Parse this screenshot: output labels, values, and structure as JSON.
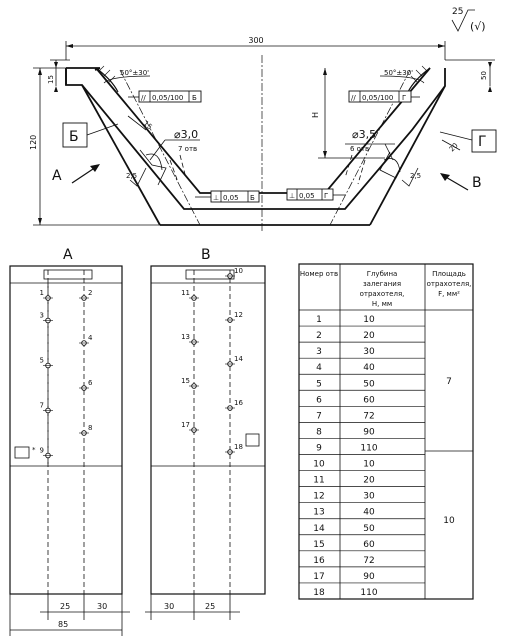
{
  "roughness": {
    "value": "25",
    "symbol": "(√)"
  },
  "top_view": {
    "width_dim": "300",
    "height_dim": "120",
    "top_dim_left": "15",
    "top_dim_right": "50",
    "chamfer_left": "50°±30'",
    "chamfer_right": "50°±30'",
    "depth_label": "H",
    "dim_15": "15",
    "dim_20": "20",
    "tol_left": [
      "//",
      "0,05/100",
      "Б"
    ],
    "tol_right": [
      "//",
      "0,05/100",
      "Г"
    ],
    "hole_left": {
      "diam": "⌀3,0",
      "count": "7 отв"
    },
    "hole_right": {
      "diam": "⌀3,5",
      "count": "6 отв"
    },
    "rough_left": "2,5",
    "rough_right": "2,5",
    "flat_left": [
      "⊥",
      "0,05",
      "Б"
    ],
    "flat_right": [
      "⊥",
      "0,05",
      "Г"
    ],
    "datum_left": "Б",
    "datum_right": "Г",
    "view_left": "А",
    "view_right": "В"
  },
  "view_a": {
    "title": "А",
    "holes": [
      {
        "label": "1",
        "side": "left",
        "col": "left",
        "row": 0
      },
      {
        "label": "2",
        "side": "right",
        "col": "right",
        "row": 0
      },
      {
        "label": "3",
        "side": "left",
        "col": "left",
        "row": 1
      },
      {
        "label": "4",
        "side": "right",
        "col": "right",
        "row": 2
      },
      {
        "label": "5",
        "side": "left",
        "col": "left",
        "row": 3
      },
      {
        "label": "6",
        "side": "right",
        "col": "right",
        "row": 4
      },
      {
        "label": "7",
        "side": "left",
        "col": "left",
        "row": 5
      },
      {
        "label": "8",
        "side": "right",
        "col": "right",
        "row": 6
      },
      {
        "label": "9",
        "side": "left",
        "col": "left",
        "row": 7
      }
    ],
    "dim_a": "25",
    "dim_b": "30",
    "dim_total": "85"
  },
  "view_b": {
    "title": "В",
    "holes": [
      {
        "label": "10",
        "side": "right",
        "col": "right",
        "row": 0
      },
      {
        "label": "11",
        "side": "left",
        "col": "left",
        "row": 1
      },
      {
        "label": "12",
        "side": "right",
        "col": "right",
        "row": 2
      },
      {
        "label": "13",
        "side": "left",
        "col": "left",
        "row": 3
      },
      {
        "label": "14",
        "side": "right",
        "col": "right",
        "row": 4
      },
      {
        "label": "15",
        "side": "left",
        "col": "left",
        "row": 5
      },
      {
        "label": "16",
        "side": "right",
        "col": "right",
        "row": 6
      },
      {
        "label": "17",
        "side": "left",
        "col": "left",
        "row": 7
      },
      {
        "label": "18",
        "side": "right",
        "col": "right",
        "row": 8
      }
    ],
    "dim_a": "30",
    "dim_b": "25"
  },
  "table": {
    "headers": [
      "Номер отв",
      "Глубина залегания отрахотеля, Н, мм",
      "Площадь отрахотеля, F, мм²"
    ],
    "rows": [
      [
        "1",
        "10"
      ],
      [
        "2",
        "20"
      ],
      [
        "3",
        "30"
      ],
      [
        "4",
        "40"
      ],
      [
        "5",
        "50"
      ],
      [
        "6",
        "60"
      ],
      [
        "7",
        "72"
      ],
      [
        "8",
        "90"
      ],
      [
        "9",
        "110"
      ],
      [
        "10",
        "10"
      ],
      [
        "11",
        "20"
      ],
      [
        "12",
        "30"
      ],
      [
        "13",
        "40"
      ],
      [
        "14",
        "50"
      ],
      [
        "15",
        "60"
      ],
      [
        "16",
        "72"
      ],
      [
        "17",
        "90"
      ],
      [
        "18",
        "110"
      ]
    ],
    "areas": [
      "7",
      "10"
    ]
  }
}
